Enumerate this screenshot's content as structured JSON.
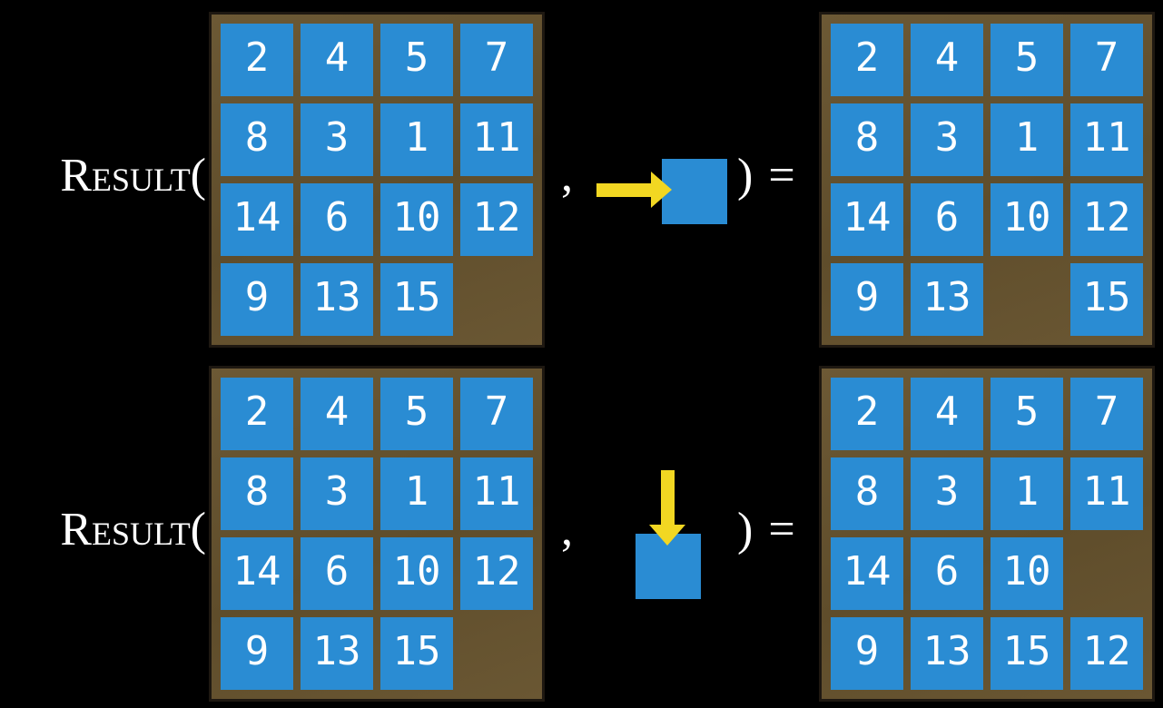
{
  "colors": {
    "background": "#000000",
    "tile_blue": "#2a8cd3",
    "frame_brown": "#65522f",
    "frame_border": "#1e1811",
    "arrow_yellow": "#f2d722",
    "text_white": "#ffffff"
  },
  "expressions": [
    {
      "function_label": "Result(",
      "separator": ",",
      "closing": ") =",
      "action": {
        "direction": "right",
        "icon": "right-arrow-icon"
      },
      "initial_grid": [
        [
          "2",
          "4",
          "5",
          "7"
        ],
        [
          "8",
          "3",
          "1",
          "11"
        ],
        [
          "14",
          "6",
          "10",
          "12"
        ],
        [
          "9",
          "13",
          "15",
          ""
        ]
      ],
      "result_grid": [
        [
          "2",
          "4",
          "5",
          "7"
        ],
        [
          "8",
          "3",
          "1",
          "11"
        ],
        [
          "14",
          "6",
          "10",
          "12"
        ],
        [
          "9",
          "13",
          "",
          "15"
        ]
      ]
    },
    {
      "function_label": "Result(",
      "separator": ",",
      "closing": ") =",
      "action": {
        "direction": "down",
        "icon": "down-arrow-icon"
      },
      "initial_grid": [
        [
          "2",
          "4",
          "5",
          "7"
        ],
        [
          "8",
          "3",
          "1",
          "11"
        ],
        [
          "14",
          "6",
          "10",
          "12"
        ],
        [
          "9",
          "13",
          "15",
          ""
        ]
      ],
      "result_grid": [
        [
          "2",
          "4",
          "5",
          "7"
        ],
        [
          "8",
          "3",
          "1",
          "11"
        ],
        [
          "14",
          "6",
          "10",
          ""
        ],
        [
          "9",
          "13",
          "15",
          "12"
        ]
      ]
    }
  ]
}
